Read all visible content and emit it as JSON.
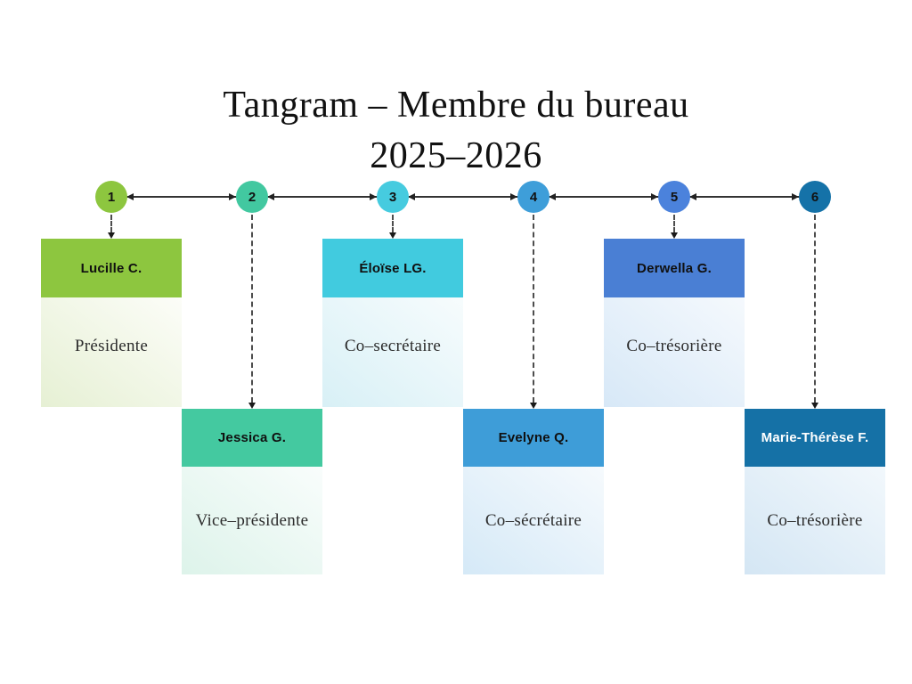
{
  "header": {
    "title_line1": "Tangram – Membre du bureau",
    "title_line2": "2025–2026"
  },
  "timeline": {
    "line_color": "#333333",
    "connector_color": "#4d4d4d",
    "arrow_color": "#1a1a1a"
  },
  "members": [
    {
      "step": "1",
      "name": "Lucille C.",
      "role": "Présidente",
      "accent": "#8dc63f",
      "circle_color": "#8dc63f",
      "name_color": "#101010",
      "body_from": "#fcfdf8",
      "body_to": "#e6f0d4"
    },
    {
      "step": "2",
      "name": "Jessica G.",
      "role": "Vice–présidente",
      "accent": "#44c9a0",
      "circle_color": "#42c8a0",
      "name_color": "#101010",
      "body_from": "#f9fdfc",
      "body_to": "#ddf3ea"
    },
    {
      "step": "3",
      "name": "Éloïse LG.",
      "role": "Co–secrétaire",
      "accent": "#41cbdf",
      "circle_color": "#46cbdf",
      "name_color": "#101010",
      "body_from": "#f7fcfd",
      "body_to": "#d8f0f6"
    },
    {
      "step": "4",
      "name": "Evelyne Q.",
      "role": "Co–sécrétaire",
      "accent": "#3e9dd8",
      "circle_color": "#3e9ed9",
      "name_color": "#101010",
      "body_from": "#f6fafd",
      "body_to": "#d5e9f7"
    },
    {
      "step": "5",
      "name": "Derwella G.",
      "role": "Co–trésorière",
      "accent": "#4a7fd4",
      "circle_color": "#4b82dc",
      "name_color": "#101010",
      "body_from": "#f5f9fd",
      "body_to": "#d7e8f7"
    },
    {
      "step": "6",
      "name": "Marie-Thérèse F.",
      "role": "Co–trésorière",
      "accent": "#1571a6",
      "circle_color": "#1572a8",
      "name_color": "#ffffff",
      "body_from": "#f2f8fc",
      "body_to": "#d4e6f4"
    }
  ]
}
